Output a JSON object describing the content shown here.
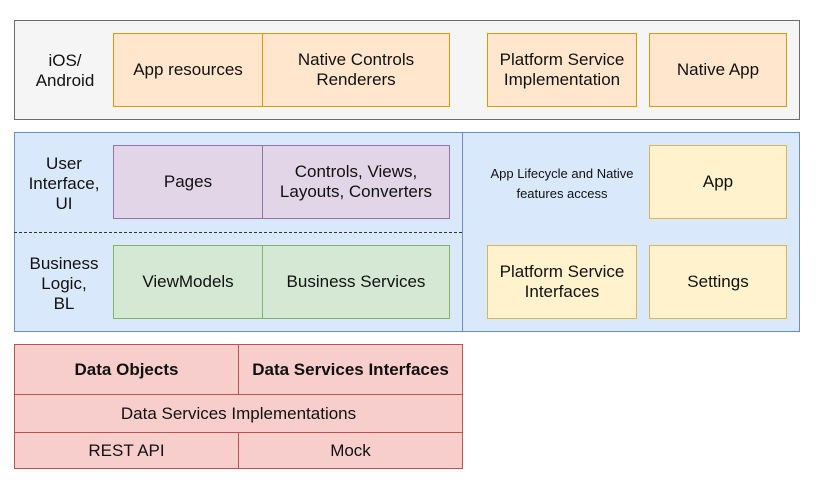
{
  "ios_layer": {
    "label": "iOS/\nAndroid",
    "app_resources": "App resources",
    "native_controls": "Native Controls\nRenderers",
    "platform_impl": "Platform Service\nImplementation",
    "native_app": "Native App"
  },
  "ui_layer": {
    "ui_label": "User\nInterface,\nUI",
    "pages": "Pages",
    "controls": "Controls, Views,\nLayouts, Converters",
    "bl_label": "Business\nLogic,\nBL",
    "viewmodels": "ViewModels",
    "business_services": "Business Services",
    "lifecycle_text": "App Lifecycle and Native\nfeatures access",
    "app": "App",
    "platform_interfaces": "Platform Service\nInterfaces",
    "settings": "Settings"
  },
  "data_layer": {
    "data_objects": "Data Objects",
    "data_service_interfaces": "Data Services Interfaces",
    "data_service_impl": "Data Services Implementations",
    "rest_api": "REST API",
    "mock": "Mock"
  },
  "colors": {
    "ios_bg": "#f5f5f5",
    "ui_bg": "#dae8fc",
    "orange": "#ffe6cc",
    "purple": "#e1d5e7",
    "green": "#d5e8d4",
    "yellow": "#fff2cc",
    "red": "#f8cecc"
  }
}
